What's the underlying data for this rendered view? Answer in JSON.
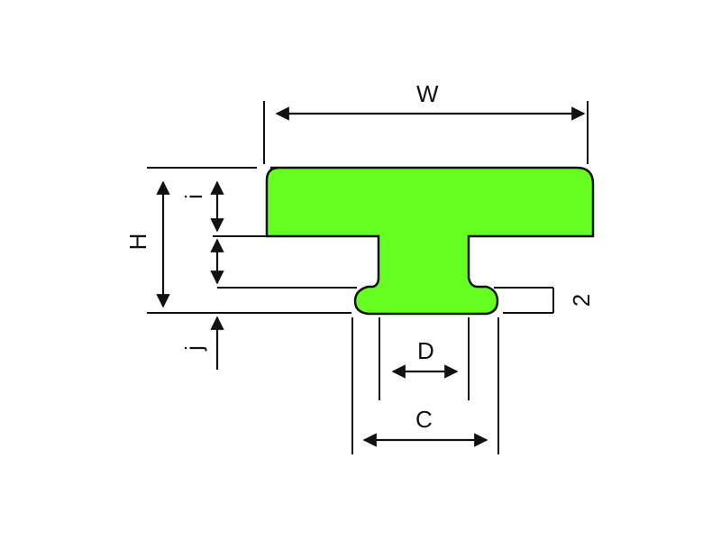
{
  "diagram": {
    "profile_color": "#66ff22",
    "outline_color": "#111111",
    "labels": {
      "W": "W",
      "H": "H",
      "i": "i",
      "j": "j",
      "D": "D",
      "C": "C",
      "two": "2"
    }
  }
}
